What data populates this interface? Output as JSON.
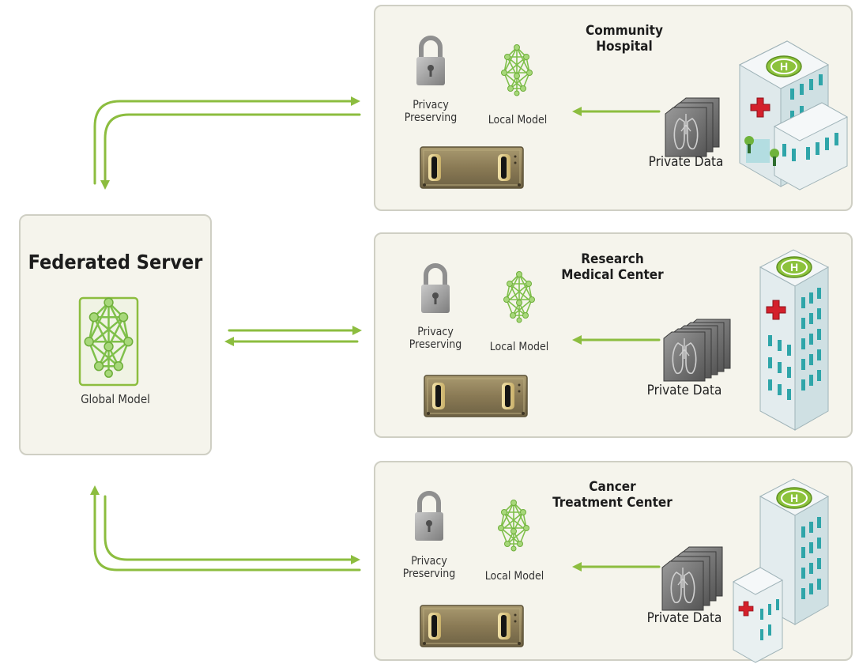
{
  "server": {
    "title": "Federated Server",
    "model_label": "Global Model"
  },
  "sites": [
    {
      "name": "Community\nHospital",
      "privacy_label": "Privacy\nPreserving",
      "model_label": "Local Model",
      "data_label": "Private Data",
      "icons": [
        "padlock-icon",
        "neural-network-icon",
        "server-rack-icon",
        "lung-scan-stack-icon",
        "hospital-building-icon"
      ]
    },
    {
      "name": "Research\nMedical Center",
      "privacy_label": "Privacy\nPreserving",
      "model_label": "Local Model",
      "data_label": "Private Data",
      "icons": [
        "padlock-icon",
        "neural-network-icon",
        "server-rack-icon",
        "lung-scan-stack-icon",
        "tower-hospital-icon"
      ]
    },
    {
      "name": "Cancer\nTreatment Center",
      "privacy_label": "Privacy\nPreserving",
      "model_label": "Local Model",
      "data_label": "Private Data",
      "icons": [
        "padlock-icon",
        "neural-network-icon",
        "server-rack-icon",
        "lung-scan-stack-icon",
        "treatment-center-building-icon"
      ]
    }
  ],
  "colors": {
    "accent_green": "#8cbd3f",
    "panel_fill": "#f5f4ec",
    "panel_border": "#cfcfc4",
    "server_gold": "#8a7a55"
  }
}
